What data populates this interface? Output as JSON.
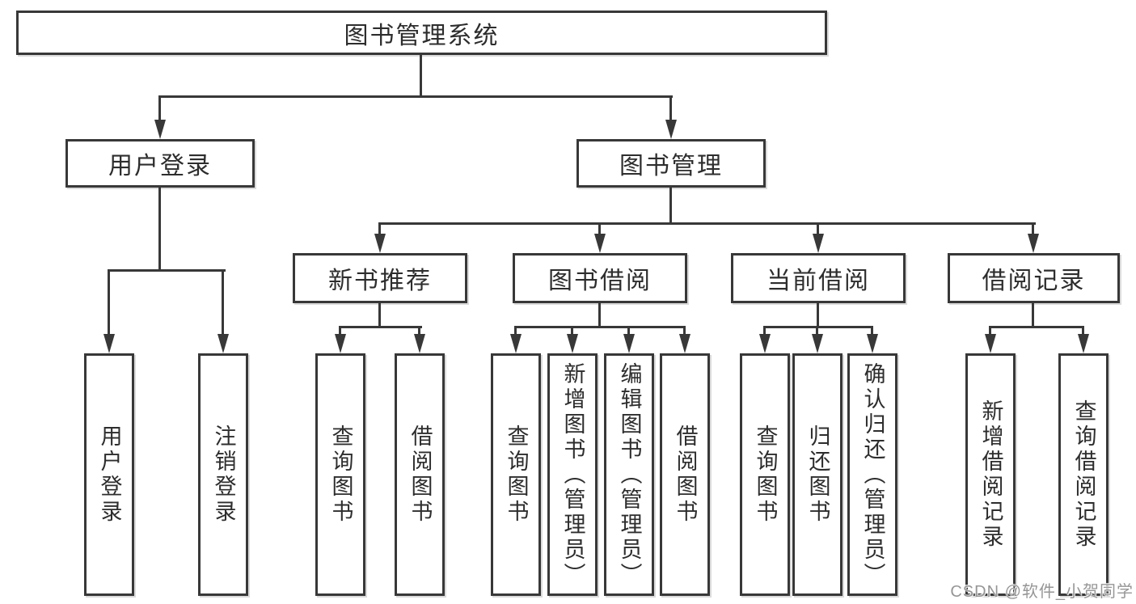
{
  "diagram": {
    "root": {
      "label": "图书管理系统"
    },
    "level1": [
      {
        "label": "用户登录",
        "children": [
          {
            "label": "用户登录"
          },
          {
            "label": "注销登录"
          }
        ]
      },
      {
        "label": "图书管理",
        "children": [
          {
            "label": "新书推荐",
            "children": [
              {
                "label": "查询图书"
              },
              {
                "label": "借阅图书"
              }
            ]
          },
          {
            "label": "图书借阅",
            "children": [
              {
                "label": "查询图书"
              },
              {
                "label": "新增图书（管理员）"
              },
              {
                "label": "编辑图书（管理员）"
              },
              {
                "label": "借阅图书"
              }
            ]
          },
          {
            "label": "当前借阅",
            "children": [
              {
                "label": "查询图书"
              },
              {
                "label": "归还图书"
              },
              {
                "label": "确认归还（管理员）"
              }
            ]
          },
          {
            "label": "借阅记录",
            "children": [
              {
                "label": "新增借阅记录"
              },
              {
                "label": "查询借阅记录"
              }
            ]
          }
        ]
      }
    ]
  },
  "colors": {
    "line": "#383838",
    "text": "#2d2d2d",
    "watermark": "#969696",
    "background": "#ffffff"
  },
  "watermark": "CSDN @软件_小贺同学"
}
